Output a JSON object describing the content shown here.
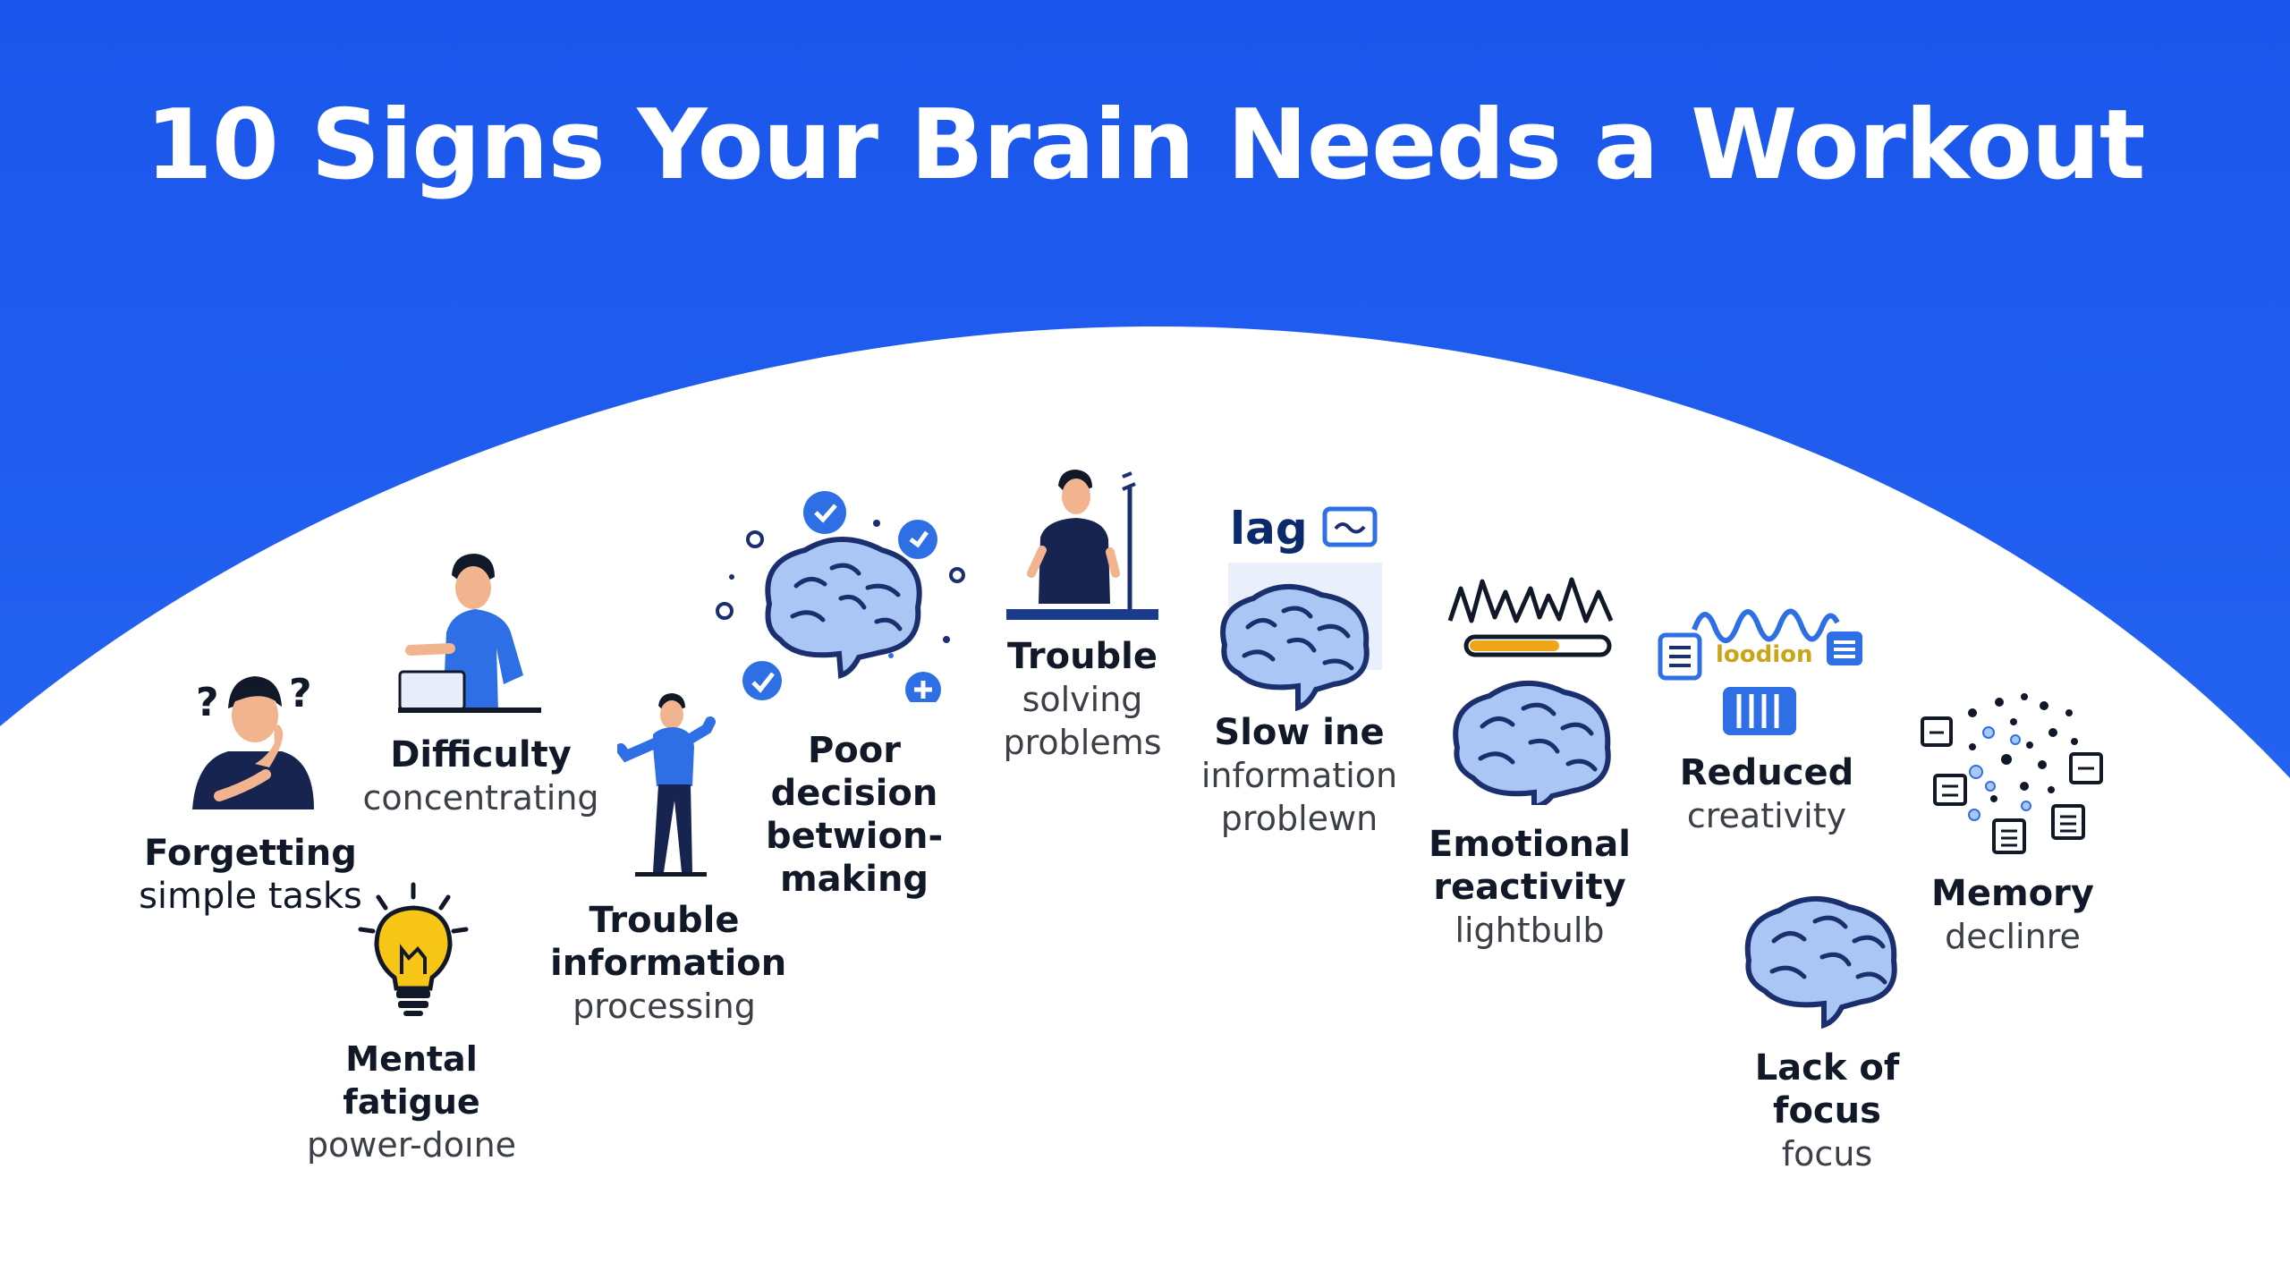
{
  "title": "10 Signs Your Brain Needs a Workout",
  "colors": {
    "background_blue": "#1f5ff0",
    "panel_white": "#ffffff",
    "text_dark": "#111827",
    "icon_blue": "#2f6fe6",
    "brain_fill": "#a9c6f5",
    "brain_stroke": "#1b2f6e",
    "bulb_yellow": "#f6c515"
  },
  "items": [
    {
      "icon": "confused-person-icon",
      "heading": "Forgetting",
      "sub": "simple tasks"
    },
    {
      "icon": "person-at-laptop-icon",
      "heading": "Difficulty",
      "sub": "concentrating"
    },
    {
      "icon": "lightbulb-icon",
      "heading": "Mental fatigue",
      "sub": "power-doıne"
    },
    {
      "icon": "pointing-person-icon",
      "heading1": "Trouble",
      "heading2": "information",
      "sub": "processing"
    },
    {
      "icon": "brain-with-checks-icon",
      "heading1": "Poor decision",
      "heading2": "betwion-",
      "heading3": "making"
    },
    {
      "icon": "person-at-desk-icon",
      "heading": "Trouble",
      "sub1": "solving",
      "sub2": "problems"
    },
    {
      "icon": "brain-lag-icon",
      "tag": "lag",
      "heading": "Slow ine",
      "sub1": "information",
      "sub2": "problewn"
    },
    {
      "icon": "brain-wave-icon",
      "heading1": "Emotional",
      "heading2": "reactivity",
      "sub": "lightbulb"
    },
    {
      "icon": "wave-notes-icon",
      "mini": "loodion",
      "heading": "Reduced",
      "sub": "creativity"
    },
    {
      "icon": "brain-icon",
      "heading": "Lack of focus",
      "sub": "focus"
    },
    {
      "icon": "scattered-dots-icon",
      "heading": "Memory",
      "sub": "declinre"
    }
  ]
}
